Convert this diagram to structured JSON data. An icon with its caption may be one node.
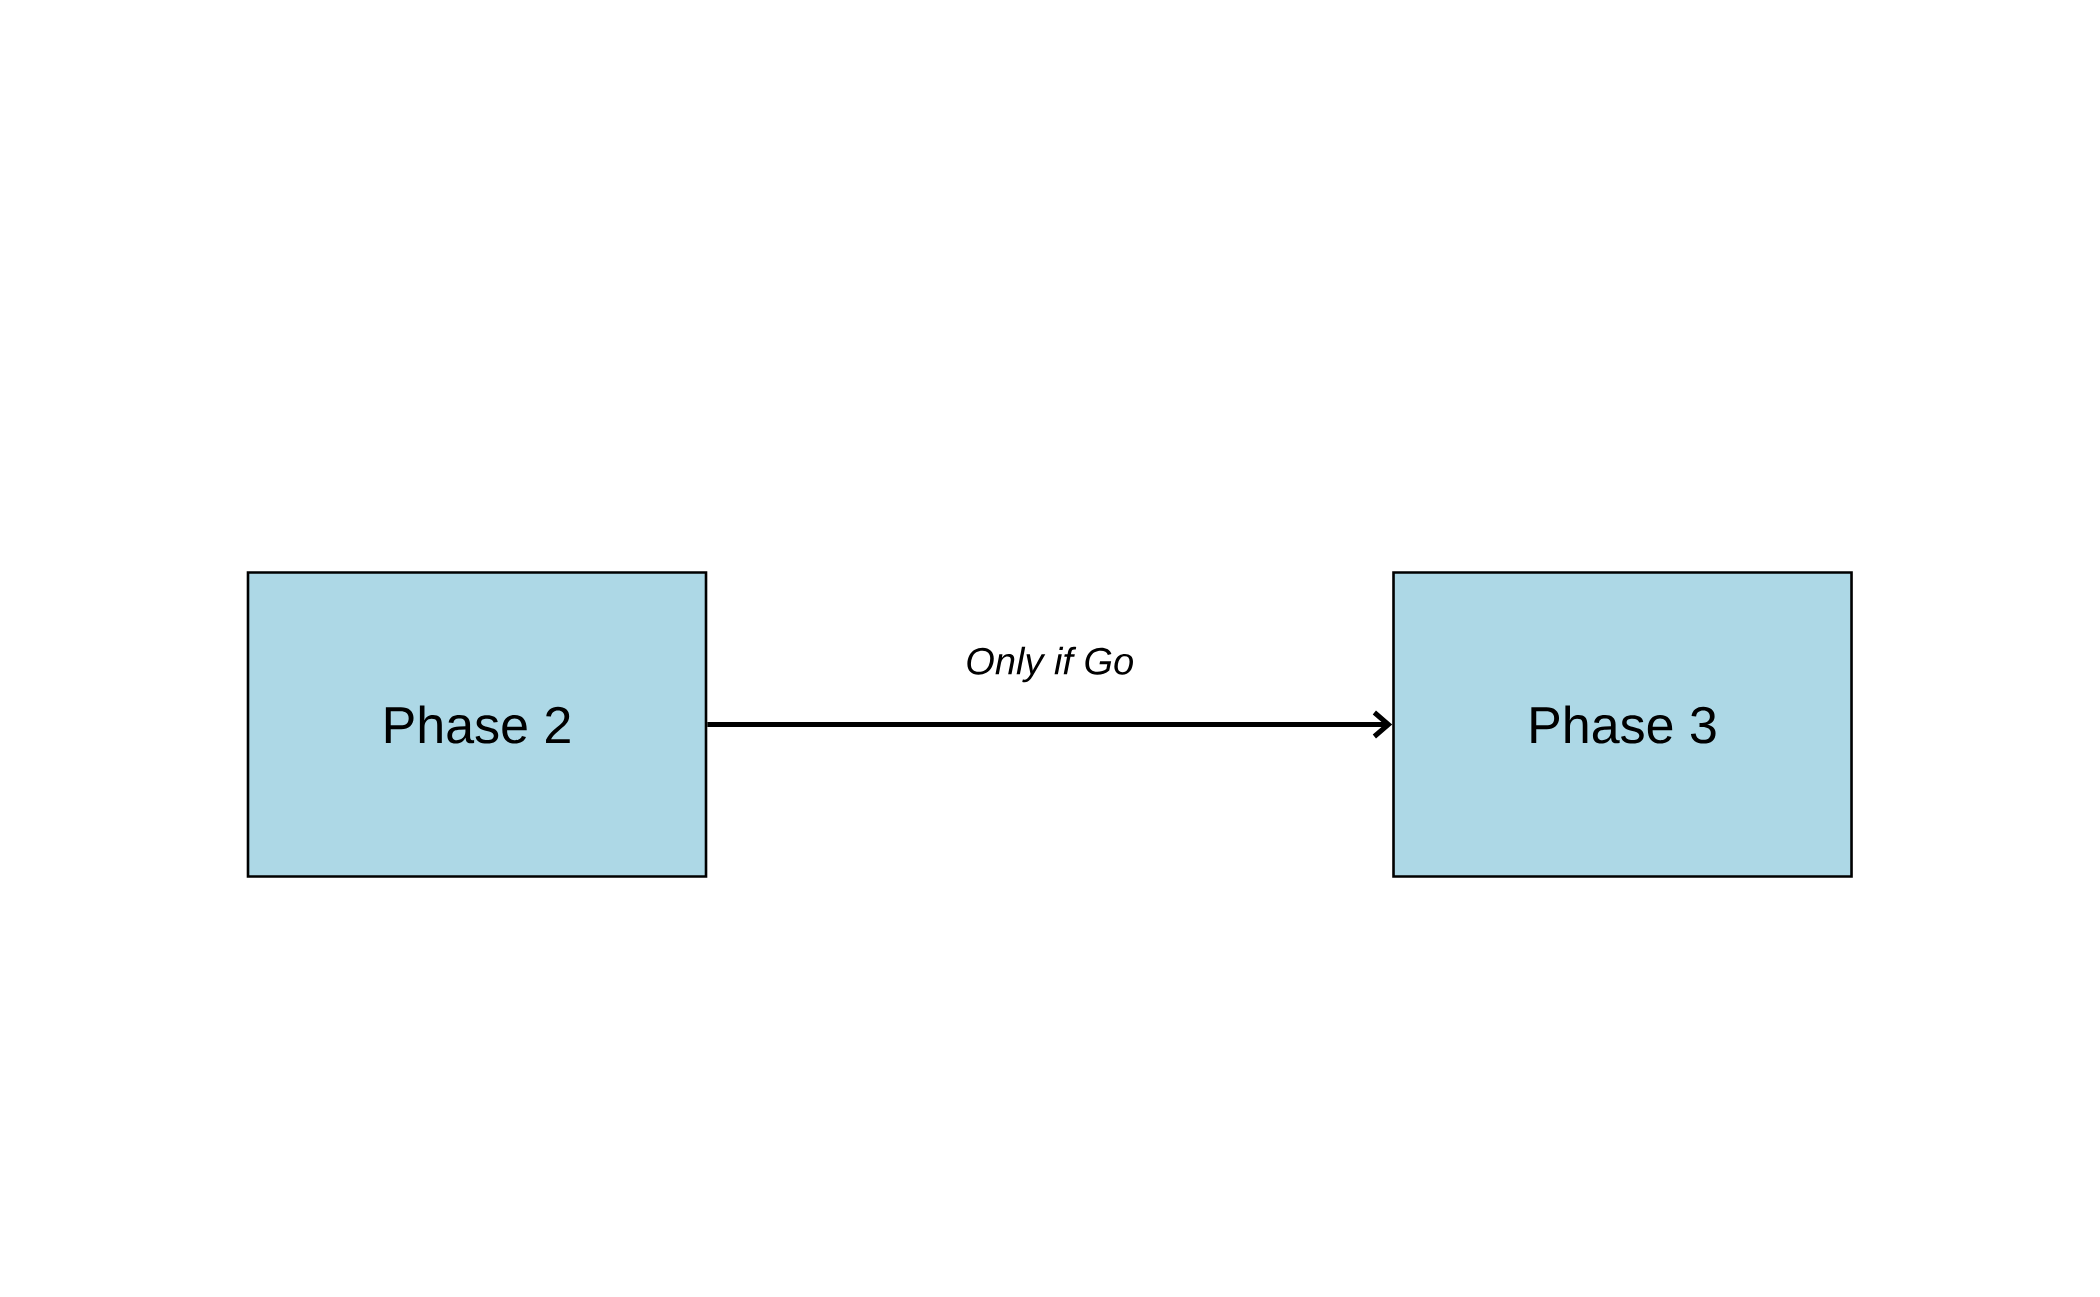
{
  "diagram": {
    "nodes": [
      {
        "text": [
          "Phase 2"
        ]
      },
      {
        "text": [
          "Phase 3"
        ]
      }
    ],
    "edges": [
      {
        "from": 0,
        "to": 1,
        "arrow": "to",
        "label": "Only if Go"
      }
    ]
  }
}
